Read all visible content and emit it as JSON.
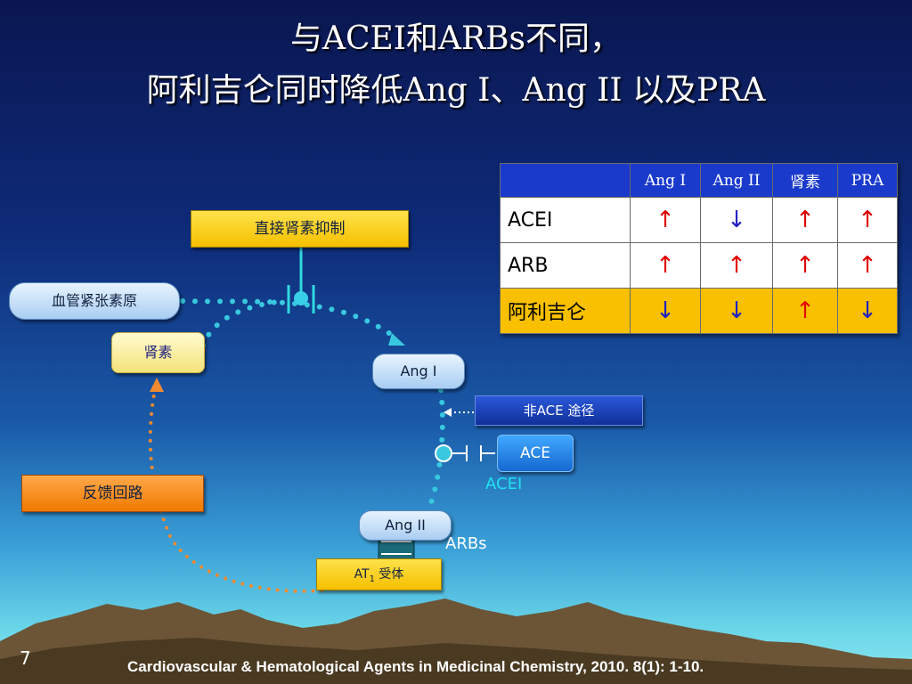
{
  "title": {
    "line1": "与ACEI和ARBs不同，",
    "line2": "阿利吉仑同时降低Ang I、Ang II 以及PRA"
  },
  "diagram": {
    "angiotensinogen": "血管紧张素原",
    "renin": "肾素",
    "direct_renin_inhibition": "直接肾素抑制",
    "ang1": "Ang I",
    "non_ace": "非ACE 途径",
    "ace": "ACE",
    "acei": "ACEI",
    "ang2": "Ang II",
    "arbs": "ARBs",
    "at1_prefix": "AT",
    "at1_sub": "1",
    "at1_suffix": " 受体",
    "feedback": "反馈回路"
  },
  "table": {
    "headers": [
      "",
      "Ang I",
      "Ang II",
      "肾素",
      "PRA"
    ],
    "rows": [
      {
        "label": "ACEI",
        "cells": [
          "↑",
          "↓",
          "↑",
          "↑"
        ]
      },
      {
        "label": "ARB",
        "cells": [
          "↑",
          "↑",
          "↑",
          "↑"
        ]
      },
      {
        "label": "阿利吉仑",
        "cells": [
          "↓",
          "↓",
          "↑",
          "↓"
        ]
      }
    ]
  },
  "colors": {
    "up": "#e00000",
    "down": "#2020c0",
    "highlight_row": "#f8c000",
    "header": "#1a3acc"
  },
  "footer": {
    "page_number": "7",
    "citation": "Cardiovascular & Hematological Agents in Medicinal Chemistry, 2010. 8(1): 1-10."
  }
}
